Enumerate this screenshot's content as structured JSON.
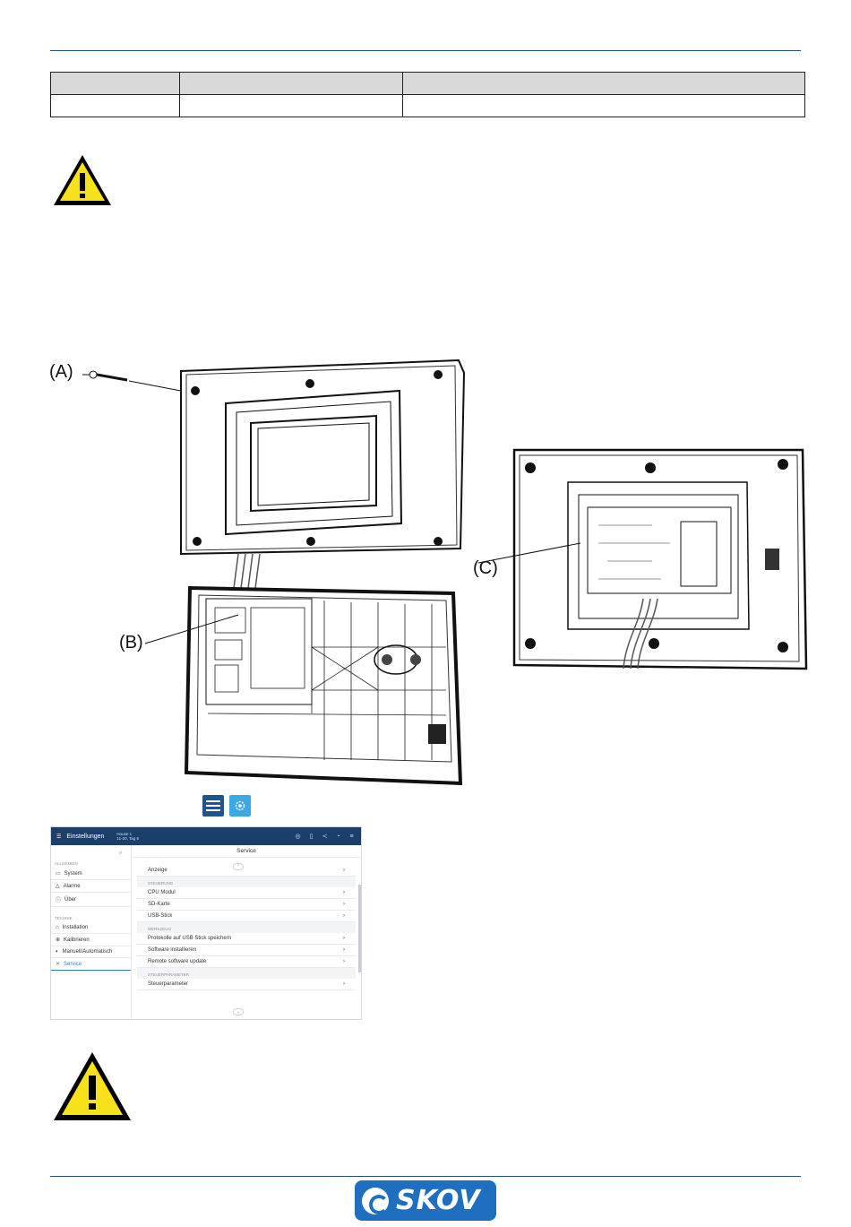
{
  "callouts": {
    "a": "(A)",
    "b": "(B)",
    "c": "(C)"
  },
  "icons": {
    "warning": "warning-triangle-icon",
    "menu": "hamburger-menu-icon",
    "settings": "gear-icon"
  },
  "colors": {
    "accent": "#1f4f86",
    "warning_fill": "#f7e11b",
    "logo": "#1f6fc1"
  },
  "screenshot": {
    "app_title": "Einstellungen",
    "house": "House 1",
    "house_sub": "11-20, Tag 6",
    "panel_title": "Service",
    "sections": {
      "general": "ALLGEMEIN",
      "technical": "TECHNIK"
    },
    "sidebar": [
      {
        "label": "System"
      },
      {
        "label": "Alarme"
      },
      {
        "label": "Über"
      },
      {
        "label": "Installation"
      },
      {
        "label": "Kalibrieren"
      },
      {
        "label": "Manuell/Automatisch"
      },
      {
        "label": "Service"
      }
    ],
    "main": {
      "item_display": "Anzeige",
      "sec_control": "STEUERUNG",
      "item_cpu": "CPU Modul",
      "item_sd": "SD-Karte",
      "item_usb": "USB-Stick",
      "sec_tools": "WERKZEUG",
      "item_protocol": "Protokolle auf USB Stick speichern",
      "item_install_sw": "Software installieren",
      "item_remote_sw": "Remote software update",
      "sec_params": "STEUERPARAMETER",
      "item_params": "Steuerparameter"
    }
  },
  "logo": {
    "text": "SKOV"
  }
}
